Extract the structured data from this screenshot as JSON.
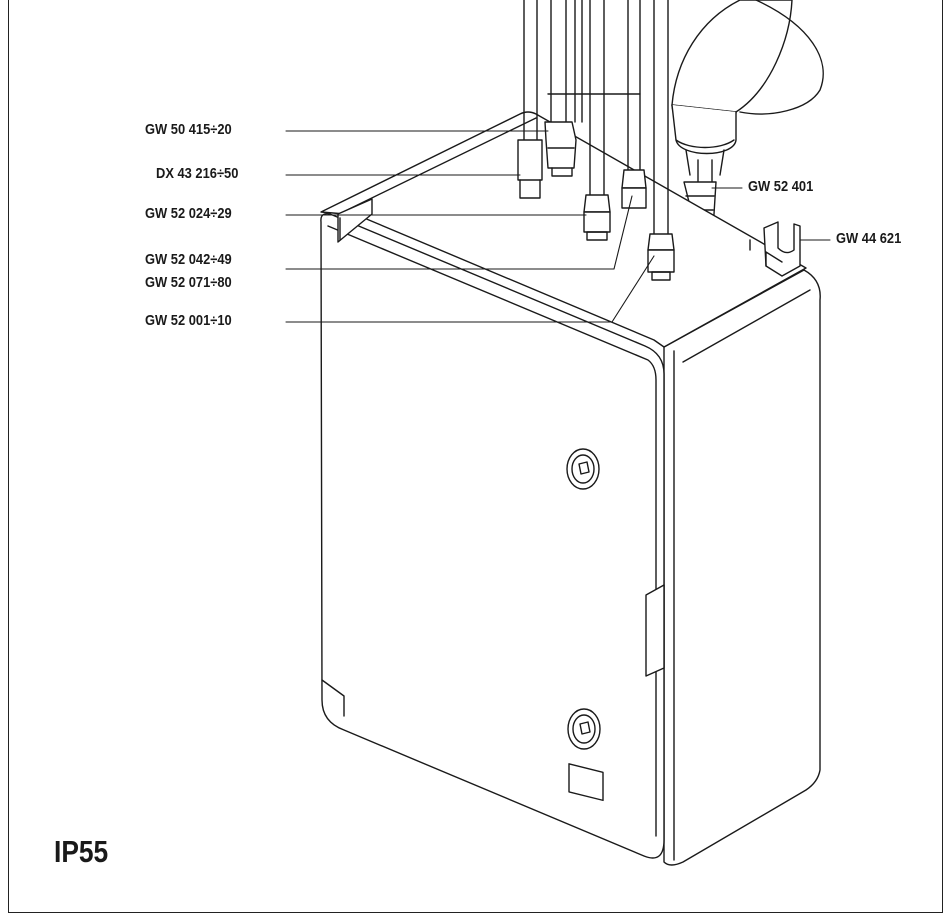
{
  "callouts": {
    "gw50415": "GW 50 415÷20",
    "dx43216": "DX 43 216÷50",
    "gw52024": "GW 52 024÷29",
    "gw52042": "GW 52 042÷49",
    "gw52071": "GW 52 071÷80",
    "gw52001": "GW 52 001÷10",
    "gw52401": "GW 52 401",
    "gw44621": "GW 44 621"
  },
  "rating": "IP55"
}
